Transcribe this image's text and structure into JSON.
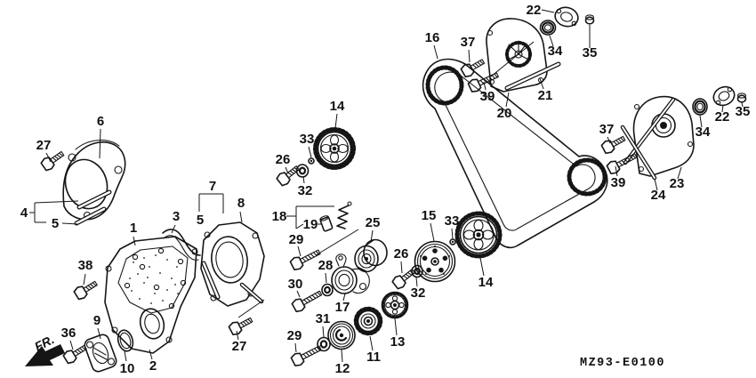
{
  "diagram": {
    "code": "MZ93-E0100",
    "fr_label": "FR.",
    "colors": {
      "ink": "#151515",
      "background": "#ffffff"
    }
  },
  "icons": {
    "direction_arrow": "solid-arrow-pointing-front-lower-left"
  },
  "parts": {
    "p1": "1",
    "p2": "2",
    "p3": "3",
    "p4": "4",
    "p5": "5",
    "p6": "6",
    "p7": "7",
    "p8": "8",
    "p9": "9",
    "p10": "10",
    "p11": "11",
    "p12": "12",
    "p13": "13",
    "p14": "14",
    "p15": "15",
    "p16": "16",
    "p17": "17",
    "p18": "18",
    "p19": "19",
    "p20": "20",
    "p21": "21",
    "p22": "22",
    "p23": "23",
    "p24": "24",
    "p25": "25",
    "p26": "26",
    "p27": "27",
    "p28": "28",
    "p29": "29",
    "p30": "30",
    "p31": "31",
    "p32": "32",
    "p33": "33",
    "p34": "34",
    "p35": "35",
    "p36": "36",
    "p37": "37",
    "p38": "38",
    "p39": "39"
  }
}
